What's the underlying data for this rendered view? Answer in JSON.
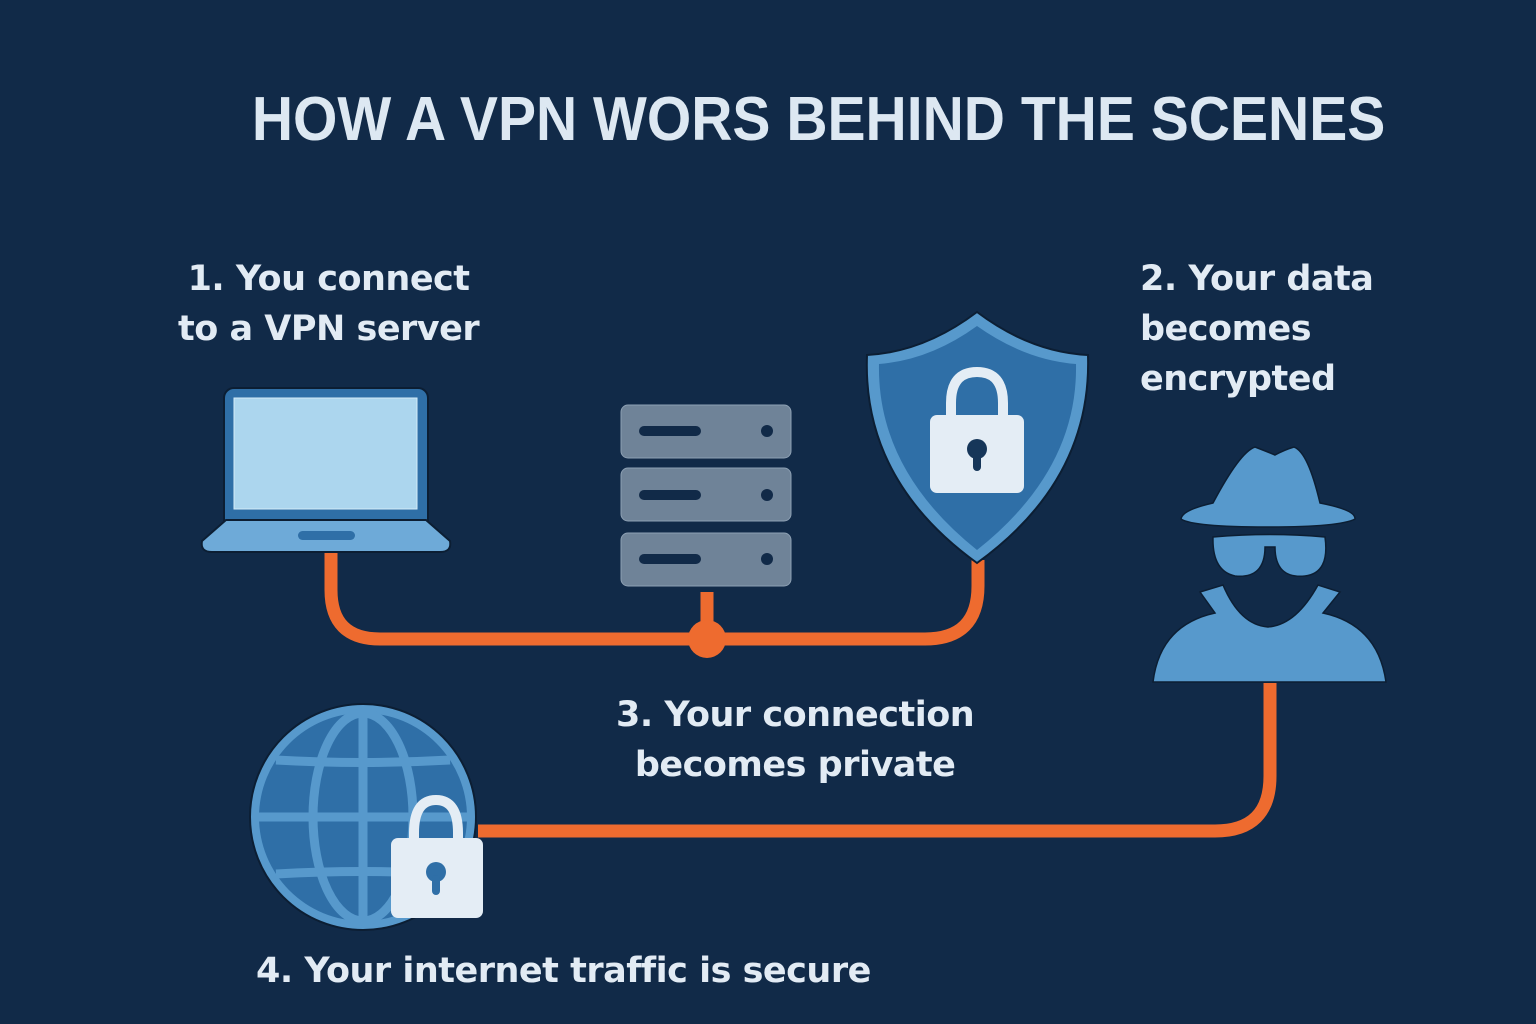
{
  "title": "HOW A VPN WORS BEHIND THE SCENES",
  "steps": [
    {
      "number": "1.",
      "lines": [
        "1. You connect",
        "to a VPN server"
      ],
      "icon": "laptop-icon"
    },
    {
      "number": "2.",
      "lines": [
        "2. Your data",
        "becomes",
        "encrypted"
      ],
      "icon": "shield-lock-icon"
    },
    {
      "number": "3.",
      "lines": [
        "3. Your connection",
        "becomes private"
      ],
      "icon": "server-icon"
    },
    {
      "number": "4.",
      "lines": [
        "4. Your internet traffic is secure"
      ],
      "icon": "globe-lock-icon"
    }
  ],
  "other_icons": [
    "spy-icon",
    "padlock-icon"
  ],
  "colors": {
    "background": "#112a48",
    "text": "#e2ebf4",
    "connector": "#ee6b2f",
    "icon_blue": "#2f6fa7",
    "icon_light_blue": "#5799cc",
    "screen": "#acd6ee",
    "server": "#6f8398",
    "lock": "#e4edf5"
  }
}
